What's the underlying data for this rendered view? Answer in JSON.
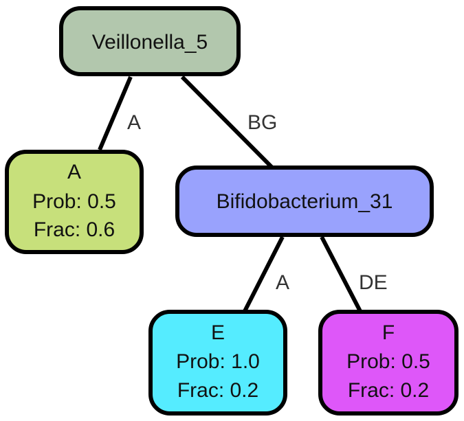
{
  "tree": {
    "nodes": {
      "root": {
        "label": "Veillonella_5",
        "color": "#b2c7ad"
      },
      "bifido": {
        "label": "Bifidobacterium_31",
        "color": "#99a2fd"
      },
      "leaf_a": {
        "label": "A",
        "prob": "Prob: 0.5",
        "frac": "Frac: 0.6",
        "color": "#c7e07b"
      },
      "leaf_e": {
        "label": "E",
        "prob": "Prob: 1.0",
        "frac": "Frac: 0.2",
        "color": "#55ecff"
      },
      "leaf_f": {
        "label": "F",
        "prob": "Prob: 0.5",
        "frac": "Frac: 0.2",
        "color": "#de57f9"
      }
    },
    "edges": {
      "root_to_a": {
        "label": "A"
      },
      "root_to_bifido": {
        "label": "BG"
      },
      "bifido_to_e": {
        "label": "A"
      },
      "bifido_to_f": {
        "label": "DE"
      }
    }
  }
}
